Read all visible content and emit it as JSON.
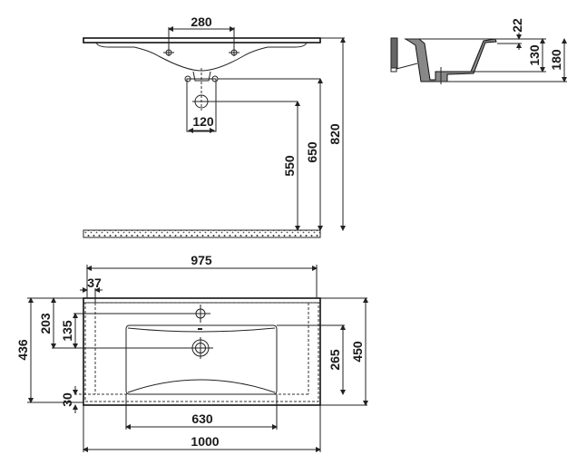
{
  "front_view": {
    "dims": {
      "tap_spacing": "280",
      "drain_width": "120",
      "drain_height": "550",
      "trap_height": "650",
      "top_height": "820"
    }
  },
  "side_view": {
    "dims": {
      "rim": "22",
      "bowl_depth": "130",
      "total_depth": "180"
    }
  },
  "top_view": {
    "dims": {
      "overall_width_inner": "975",
      "side_offset": "37",
      "depth_inner": "436",
      "tap_to_drain_from_back": "203",
      "tap_to_drain": "135",
      "front_offset": "30",
      "bowl_depth": "265",
      "overall_depth": "450",
      "bowl_width": "630",
      "overall_width": "1000"
    }
  },
  "colors": {
    "line": "#222222",
    "background": "#ffffff"
  }
}
